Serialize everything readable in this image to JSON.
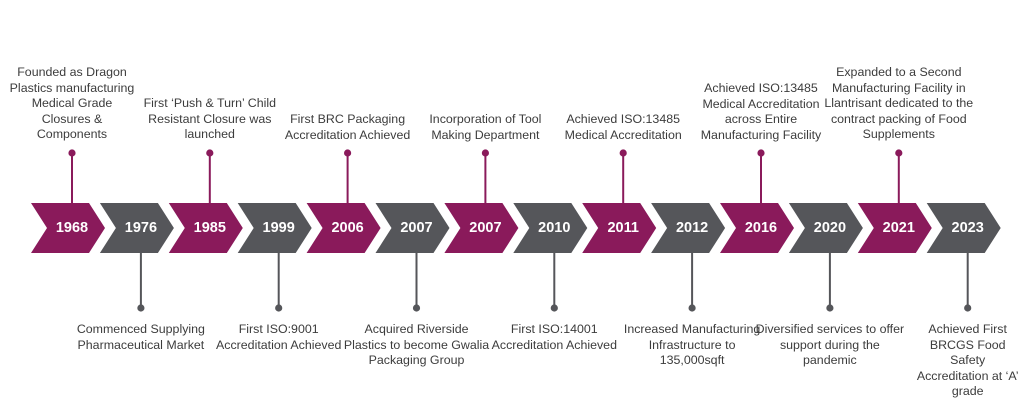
{
  "colors": {
    "purple": "#8a1a5b",
    "gray": "#55565a",
    "connector_purple": "#8a1a5b",
    "connector_gray": "#55565a",
    "text": "#3c3c3c",
    "year_text": "#ffffff"
  },
  "milestones": [
    {
      "year": "1968",
      "color": "purple",
      "side": "top",
      "text": "Founded as Dragon Plastics manufacturing Medical Grade Closures & Components"
    },
    {
      "year": "1976",
      "color": "gray",
      "side": "bottom",
      "text": "Commenced Supplying Pharmaceutical Market"
    },
    {
      "year": "1985",
      "color": "purple",
      "side": "top",
      "text": "First ‘Push & Turn’ Child Resistant Closure was launched"
    },
    {
      "year": "1999",
      "color": "gray",
      "side": "bottom",
      "text": "First ISO:9001 Accreditation Achieved"
    },
    {
      "year": "2006",
      "color": "purple",
      "side": "top",
      "text": "First BRC Packaging Accreditation Achieved"
    },
    {
      "year": "2007",
      "color": "gray",
      "side": "bottom",
      "text": "Acquired Riverside Plastics to become Gwalia Packaging Group"
    },
    {
      "year": "2007",
      "color": "purple",
      "side": "top",
      "text": "Incorporation of Tool Making Department"
    },
    {
      "year": "2010",
      "color": "gray",
      "side": "bottom",
      "text": "First ISO:14001 Accreditation Achieved"
    },
    {
      "year": "2011",
      "color": "purple",
      "side": "top",
      "text": "Achieved ISO:13485 Medical Accreditation"
    },
    {
      "year": "2012",
      "color": "gray",
      "side": "bottom",
      "text": "Increased Manufacturing Infrastructure to 135,000sqft"
    },
    {
      "year": "2016",
      "color": "purple",
      "side": "top",
      "text": "Achieved ISO:13485 Medical Accreditation across Entire Manufacturing Facility"
    },
    {
      "year": "2020",
      "color": "gray",
      "side": "bottom",
      "text": "Diversified services to offer support during the pandemic"
    },
    {
      "year": "2021",
      "color": "purple",
      "side": "top",
      "text": "Expanded to a Second Manufacturing Facility in Llantrisant dedicated to the contract packing of Food Supplements"
    },
    {
      "year": "2023",
      "color": "gray",
      "side": "bottom",
      "text": "Achieved First BRCGS Food Safety Accreditation at ‘A’ grade"
    }
  ]
}
